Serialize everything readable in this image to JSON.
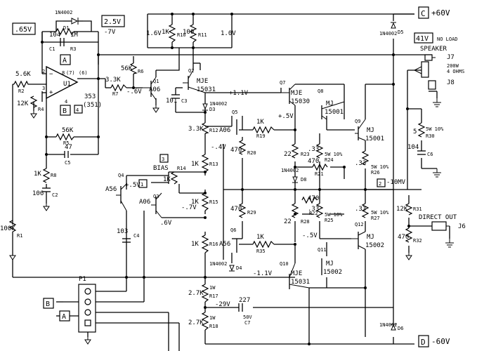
{
  "rails": {
    "pos": {
      "letter": "C",
      "voltage": "+60V"
    },
    "neg": {
      "letter": "D",
      "voltage": "-60V"
    }
  },
  "boxes": {
    "v65": ".65V",
    "v25": "2.5V",
    "v41": "41V",
    "no_load": "NO LOAD"
  },
  "opamp": {
    "ref": "U1",
    "part1": "353",
    "part2": "(351)",
    "pin8": "8",
    "pin7": "(7)",
    "pin6": "(6)",
    "pin2": "2",
    "pin3": "3",
    "pin4": "4",
    "box_a": "A",
    "box_b": "B",
    "box_4": "4"
  },
  "front": {
    "d1_part": "1N4002",
    "d1_ref": "D1",
    "c1_val": "104",
    "c1_ref": "C1",
    "r3_val": "1M",
    "r3_ref": "R3",
    "neg7": "-7V",
    "r2_val": "5.6K",
    "r2_ref": "R2",
    "r4_val": "12K",
    "r4_ref": "R4",
    "r5_val": "56K",
    "r5_ref": "R5",
    "c5_val": "47",
    "c5_ref": "C5",
    "r8_val": "1K",
    "r8_ref": "R8",
    "c2_val": "106",
    "c2_ref": "C2",
    "r1_val": "100K",
    "r1_ref": "R1",
    "r7_val": "3.3K",
    "r7_ref": "R7",
    "r6_val": "56K",
    "r6_ref": "R6",
    "neg06": "-.6V",
    "q1_ref": "Q1",
    "q1_part": "A06"
  },
  "vas": {
    "r10_val": "1K",
    "r10_ref": "R10",
    "r11_val": "100",
    "r11_ref": "R11",
    "v16": "1.6V",
    "v10": "1.0V",
    "q2_ref": "Q2",
    "q2_part1": "MJE",
    "q2_part2": "15031",
    "c3_val": "101",
    "c3_ref": "C3",
    "p11": "+1.1V",
    "d3_part": "1N4002",
    "d3_ref": "D3",
    "r12_val": "3.3K",
    "r12_ref": "R12",
    "n4": "-.4V",
    "bias": "BIAS",
    "box_3": "3",
    "r14_val": "1K",
    "r14_ref": "R14",
    "r13_val": "1K",
    "r13_ref": "R13",
    "r15_val": "1K",
    "r15_ref": "R15",
    "r16_val": "1K",
    "r16_ref": "R16",
    "q4_ref": "Q4",
    "q4_part": "A56",
    "q3_ref": "Q3",
    "q3_part": "A06",
    "p5": "+.5V",
    "box_1": "1",
    "n7": "-.7V",
    "p6": ".6V",
    "c4_val": "103",
    "c4_ref": "C4",
    "d4_part": "1N4002",
    "d4_ref": "D4",
    "r17_val": "2.7K",
    "r17_ref": "R17",
    "r17_w": "1W",
    "r18_val": "2.7K",
    "r18_ref": "R18",
    "r18_w": "1W",
    "n29": "-29V",
    "c7_val": "227",
    "c7_v": "50V",
    "c7_ref": "C7"
  },
  "output": {
    "q5_ref": "Q5",
    "q5_part": "A06",
    "r19_val": "1K",
    "r19_ref": "R19",
    "p5b": "+.5V",
    "r20_val": "470",
    "r20_ref": "R20",
    "q7_ref": "Q7",
    "q7_part1": "MJE",
    "q7_part2": "15030",
    "q8_ref": "Q8",
    "q8_part1": "MJ",
    "q8_part2": "15001",
    "q9_ref": "Q9",
    "q9_part1": "MJ",
    "q9_part2": "15001",
    "r23_val": "22",
    "r23_ref": "R23",
    "r24_val": ".33",
    "r24_ref": "R24",
    "r24_w": "5W 10%",
    "r21_val": "470",
    "r21_ref": "R21",
    "d8_part": "1N4002",
    "d8_ref": "D8",
    "r26_val": ".33",
    "r26_ref": "R26",
    "r26_w": "5W 10%",
    "box_2": "2",
    "n10mv": "-10MV",
    "r22_val": "470",
    "r22_ref": "R22",
    "r25_val": ".33",
    "r25_ref": "R25",
    "r25_w": "5W 10%",
    "r27_val": ".33",
    "r27_ref": "R27",
    "r27_w": "5W 10%",
    "r28_val": "22",
    "r28_ref": "R28",
    "r29_val": "470",
    "r29_ref": "R29",
    "q6_ref": "Q6",
    "q6_part": "A56",
    "r35_val": "1K",
    "r35_ref": "R35",
    "n5": "-.5V",
    "q10_ref": "Q10",
    "q10_part1": "MJE",
    "q10_part2": "15031",
    "q11_ref": "Q11",
    "q11_part1": "MJ",
    "q11_part2": "15002",
    "q12_ref": "Q12",
    "q12_part1": "MJ",
    "q12_part2": "15002",
    "n11": "-1.1V",
    "d5_part": "1N4002",
    "d5_ref": "D5",
    "d6_part": "1N4002",
    "d6_ref": "D6"
  },
  "speaker": {
    "speaker": "SPEAKER",
    "j7": "J7",
    "j8": "J8",
    "w200": "200W",
    "ohm4": "4 OHMS",
    "r30_val": "5",
    "r30_ref": "R30",
    "r30_w": "5W 10%",
    "c6_val": "104",
    "c6_ref": "C6",
    "r31_val": "12K",
    "r31_ref": "R31",
    "r32_val": "470",
    "r32_ref": "R32",
    "direct_out": "DIRECT OUT",
    "j6": "J6"
  },
  "connector": {
    "ref": "P1",
    "b": "B",
    "a": "A"
  }
}
